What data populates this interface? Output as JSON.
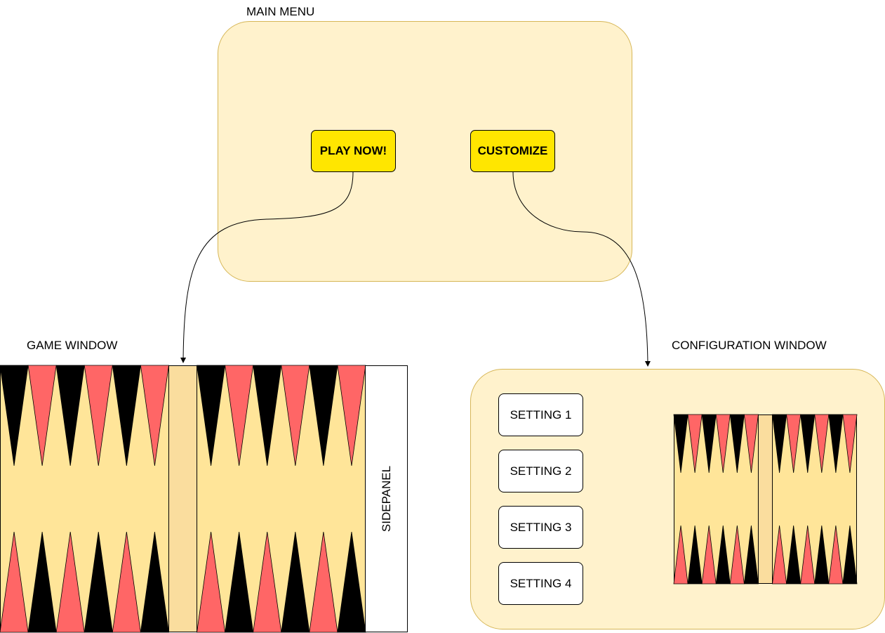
{
  "main_menu": {
    "title": "MAIN MENU",
    "play_label": "PLAY NOW!",
    "customize_label": "CUSTOMIZE"
  },
  "game_window": {
    "title": "GAME WINDOW",
    "sidepanel_label": "SIDEPANEL"
  },
  "config_window": {
    "title": "CONFIGURATION WINDOW",
    "settings": [
      "SETTING 1",
      "SETTING 2",
      "SETTING 3",
      "SETTING 4"
    ]
  },
  "colors": {
    "panel_fill": "#fff2cc",
    "panel_border": "#d6b656",
    "button_yellow": "#ffe600",
    "board_fill": "#ffe599",
    "bar_fill": "#fadd9e",
    "point_red": "#ff6666",
    "point_black": "#000000"
  }
}
